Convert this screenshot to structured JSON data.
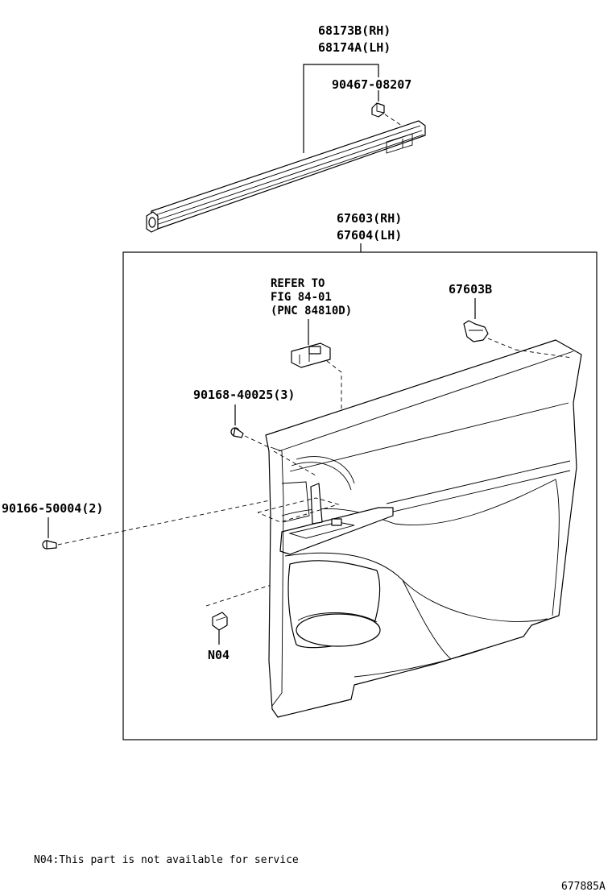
{
  "labels": {
    "weatherstrip_rh": "68173B(RH)",
    "weatherstrip_lh": "68174A(LH)",
    "clip_top": "90467-08207",
    "board_rh": "67603(RH)",
    "board_lh": "67604(LH)",
    "refer_to_1": "REFER TO",
    "refer_to_2": "FIG 84-01",
    "refer_to_3": "(PNC 84810D)",
    "clip_board": "67603B",
    "screw_3": "90168-40025(3)",
    "screw_2": "90166-50004(2)",
    "n04": "N04"
  },
  "footnote": "N04:This part is not available for service",
  "figure_id": "677885A"
}
